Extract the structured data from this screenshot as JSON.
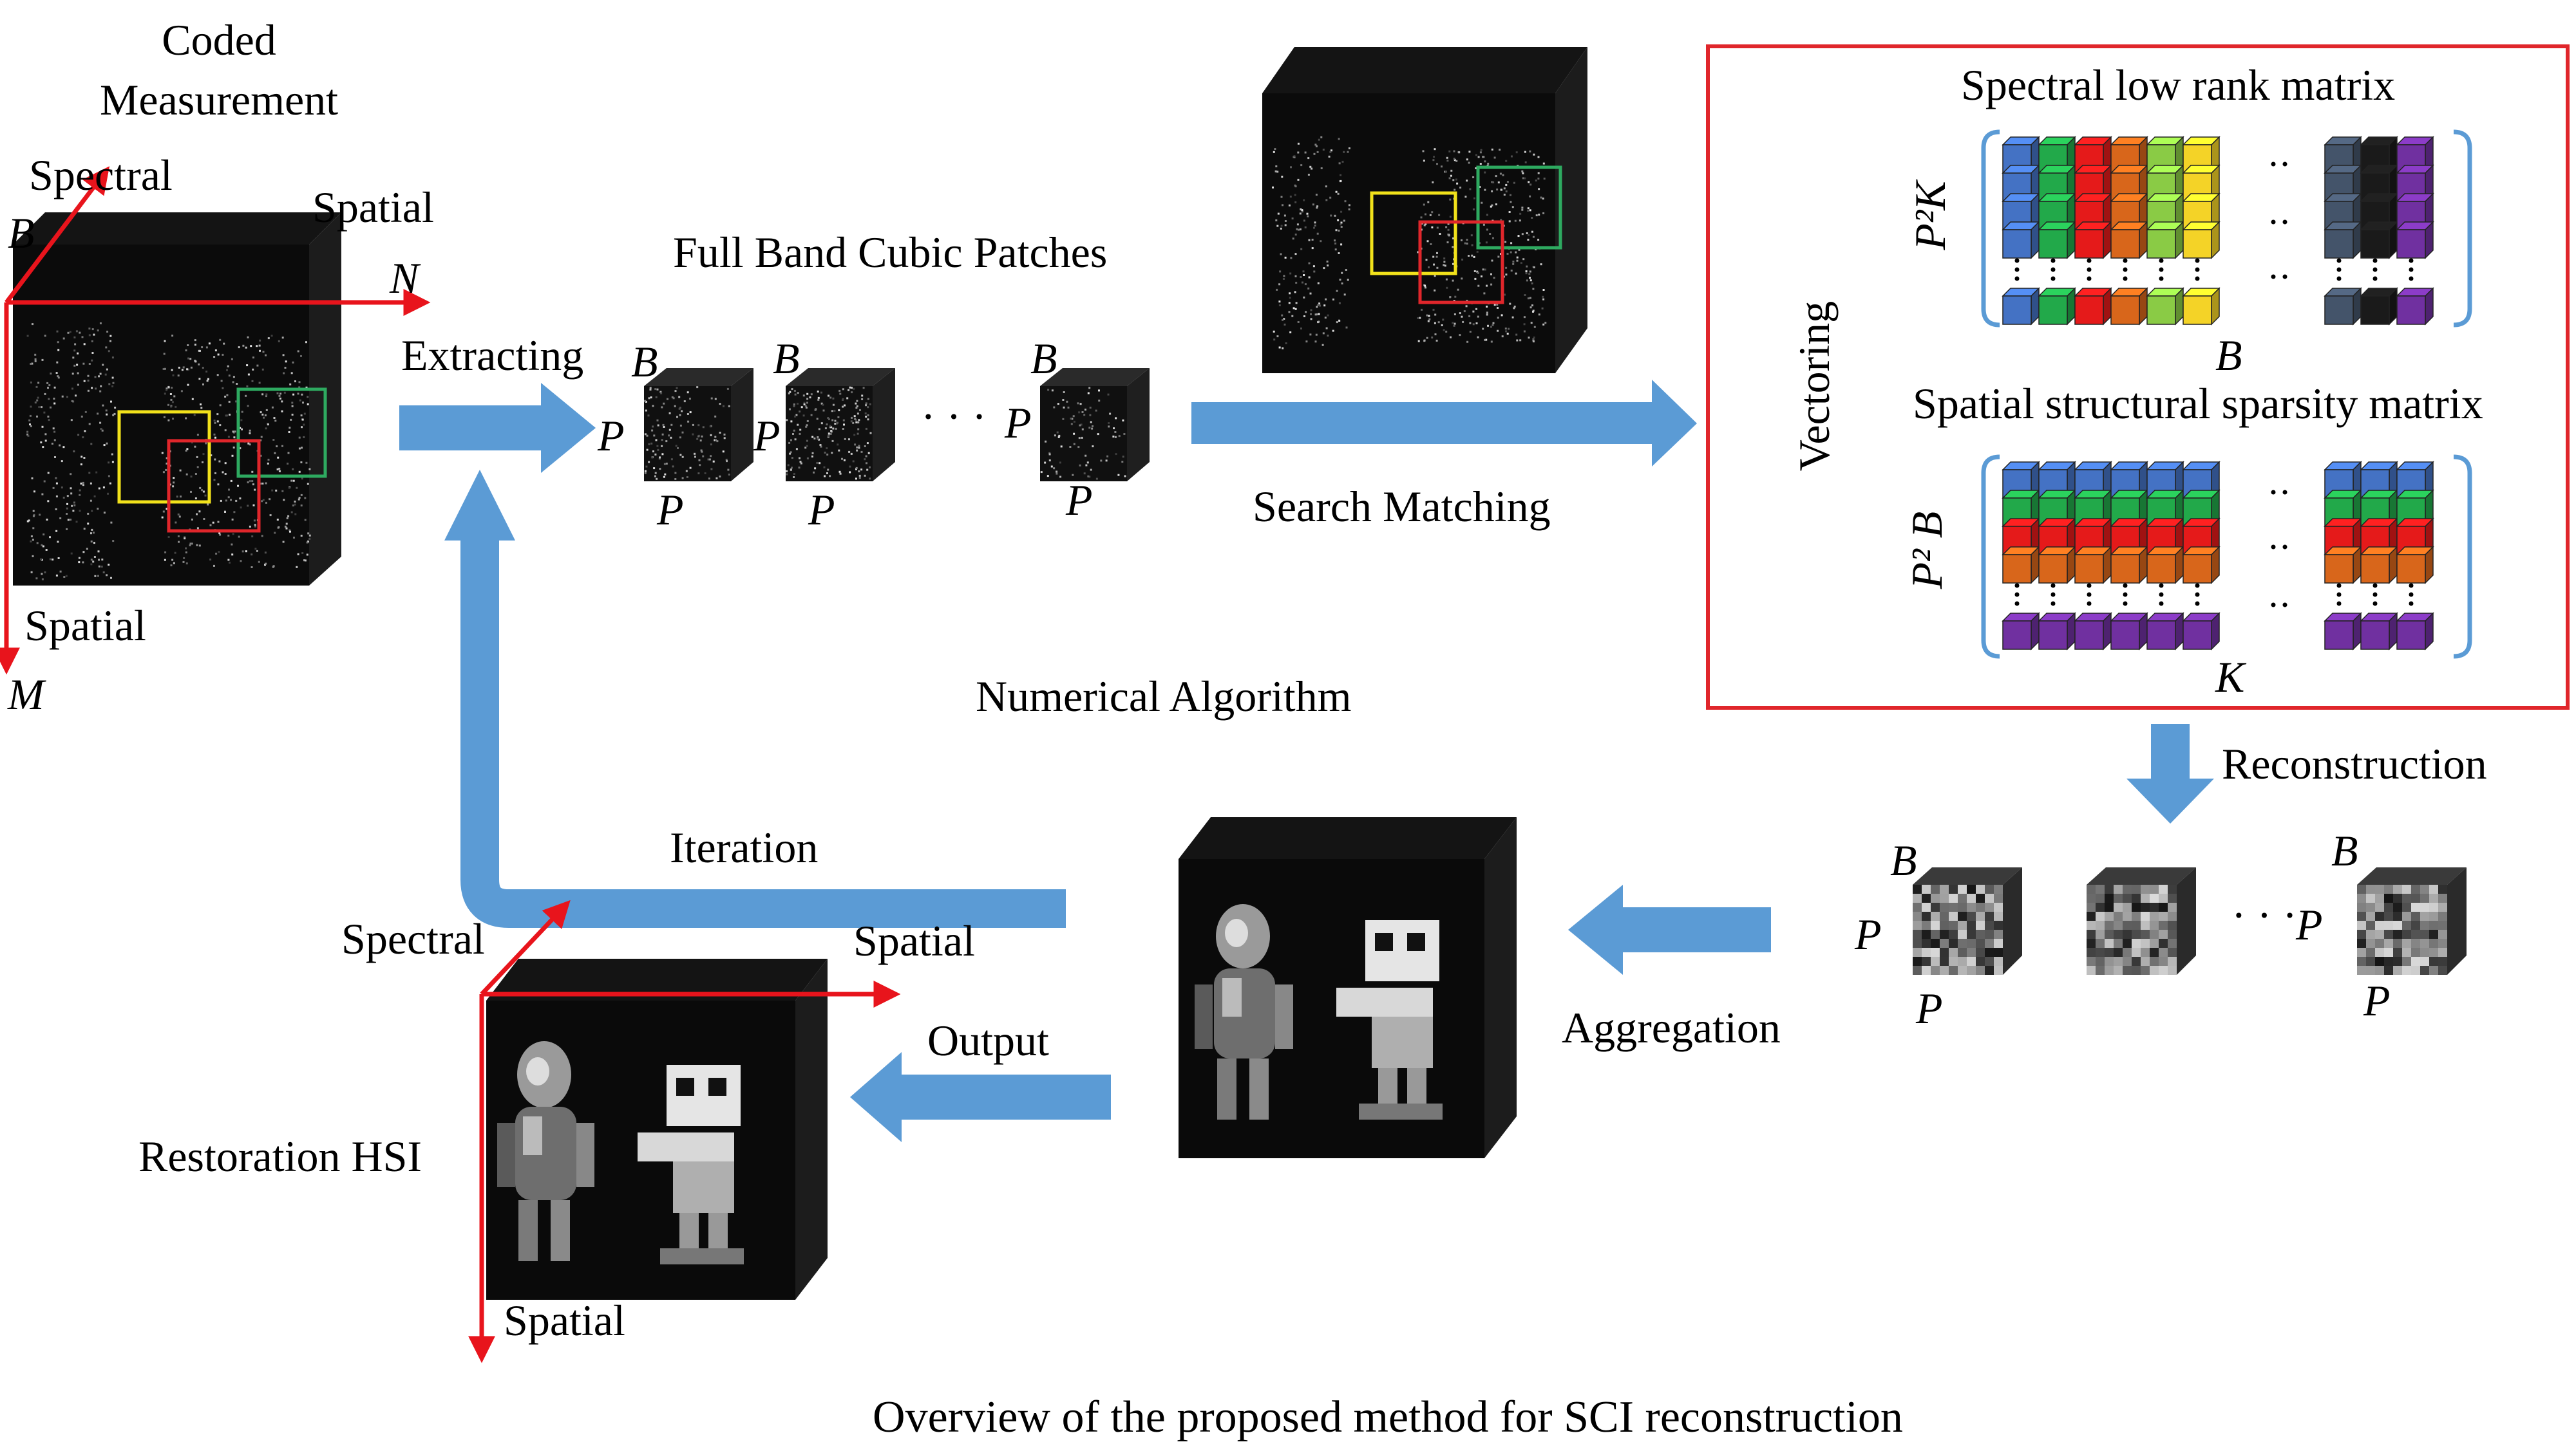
{
  "colors": {
    "arrow_blue": "#5B9BD5",
    "axis_red": "#E8141C",
    "box_red": "#E0262B",
    "box_yellow": "#F2E21B",
    "box_green": "#2EAA60",
    "cube_front": "#0B0B0B",
    "cube_side": "#1C1C1C",
    "cube_top": "#141414",
    "blue": "#4472C4",
    "green": "#22A94A",
    "red": "#E51A1A",
    "orange": "#D8661B",
    "lightgreen": "#8ACB45",
    "yellow": "#F4D327",
    "navy": "#44546A",
    "black": "#1A1A1A",
    "purple": "#7030A0"
  },
  "measurement": {
    "title_line1": "Coded",
    "title_line2": "Measurement",
    "spectral": "Spectral",
    "spatial_top": "Spatial",
    "spatial_bottom": "Spatial",
    "axis_b": "B",
    "axis_n": "N",
    "axis_m": "M"
  },
  "extracting": {
    "label": "Extracting",
    "patches_title": "Full Band Cubic Patches",
    "dots": "· · ·",
    "b": "B",
    "p": "P"
  },
  "search_matching": {
    "label": "Search Matching"
  },
  "matrix_box": {
    "vectoring": "Vectoring",
    "spectral_title": "Spectral low rank matrix",
    "spectral_rows": "P²K",
    "spectral_cols": "B",
    "spatial_title": "Spatial structural sparsity matrix",
    "spatial_rows": "P² B",
    "spatial_cols": "K",
    "hdots": "··",
    "vdots": "⋮"
  },
  "numerical_algorithm": "Numerical Algorithm",
  "reconstruction": {
    "label": "Reconstruction",
    "dots": "· · ·",
    "b": "B",
    "p": "P"
  },
  "aggregation": {
    "label": "Aggregation"
  },
  "iteration": {
    "label": "Iteration"
  },
  "output": {
    "label": "Output"
  },
  "restoration": {
    "label": "Restoration HSI",
    "spectral": "Spectral",
    "spatial_right": "Spatial",
    "spatial_bottom": "Spatial"
  },
  "caption": "Overview of the proposed method for SCI reconstruction"
}
